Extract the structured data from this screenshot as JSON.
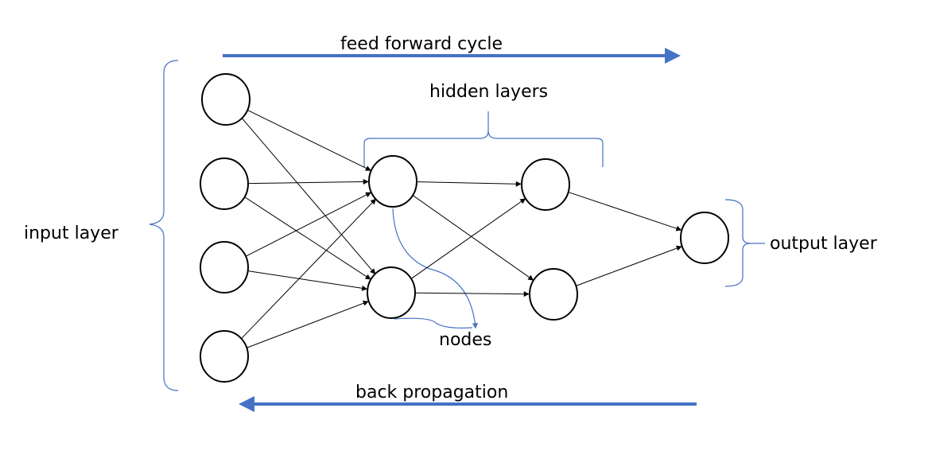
{
  "labels": {
    "feed_forward": "feed forward cycle",
    "hidden_layers": "hidden layers",
    "input_layer": "input layer",
    "output_layer": "output layer",
    "nodes": "nodes",
    "back_propagation": "back propagation"
  },
  "colors": {
    "arrow_blue": "#4472C4",
    "bracket_blue": "#4472C4",
    "node_stroke": "#000000",
    "edge_stroke": "#000000"
  },
  "network": {
    "layers": [
      {
        "id": "input",
        "node_count": 4
      },
      {
        "id": "hidden-1",
        "node_count": 2
      },
      {
        "id": "hidden-2",
        "node_count": 2
      },
      {
        "id": "output",
        "node_count": 1
      }
    ],
    "connections": "fully-connected"
  }
}
